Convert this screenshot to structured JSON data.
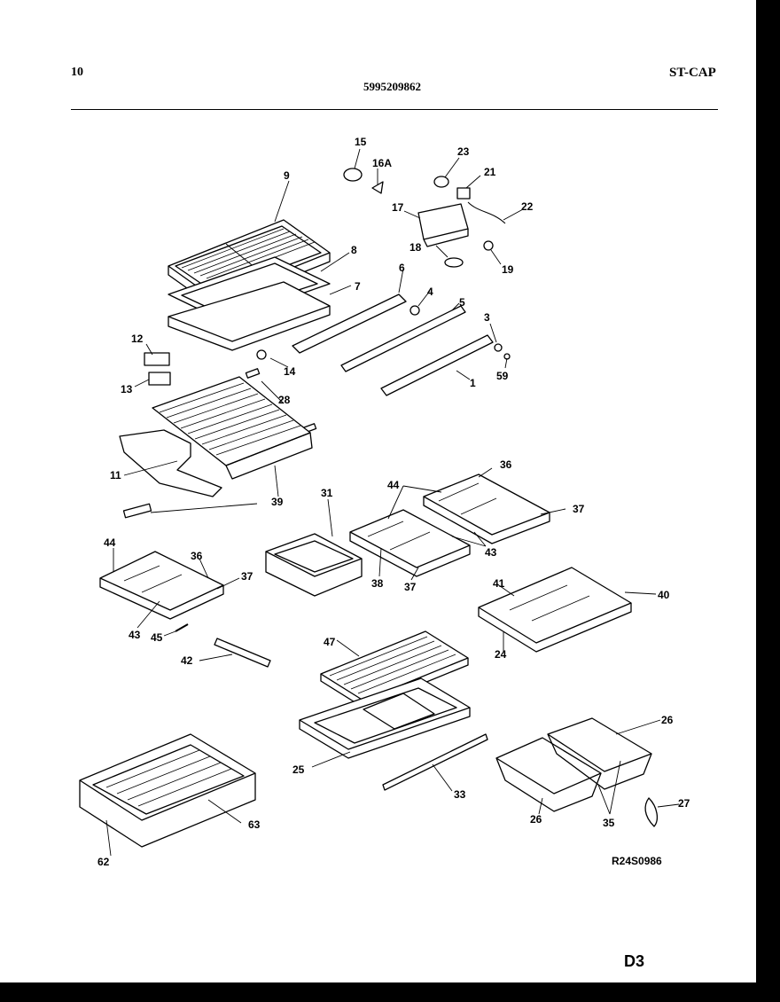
{
  "header": {
    "page_number": "10",
    "part_number": "5995209862",
    "section_code": "ST-CAP"
  },
  "diagram": {
    "drawing_code": "R24S0986",
    "page_code": "D3",
    "callouts": [
      "1",
      "3",
      "4",
      "5",
      "6",
      "7",
      "8",
      "9",
      "11",
      "12",
      "13",
      "14",
      "15",
      "16A",
      "17",
      "18",
      "19",
      "21",
      "22",
      "23",
      "24",
      "25",
      "26",
      "27",
      "28",
      "31",
      "33",
      "35",
      "36",
      "37",
      "38",
      "39",
      "40",
      "41",
      "42",
      "43",
      "44",
      "45",
      "47",
      "59",
      "62",
      "63"
    ]
  }
}
